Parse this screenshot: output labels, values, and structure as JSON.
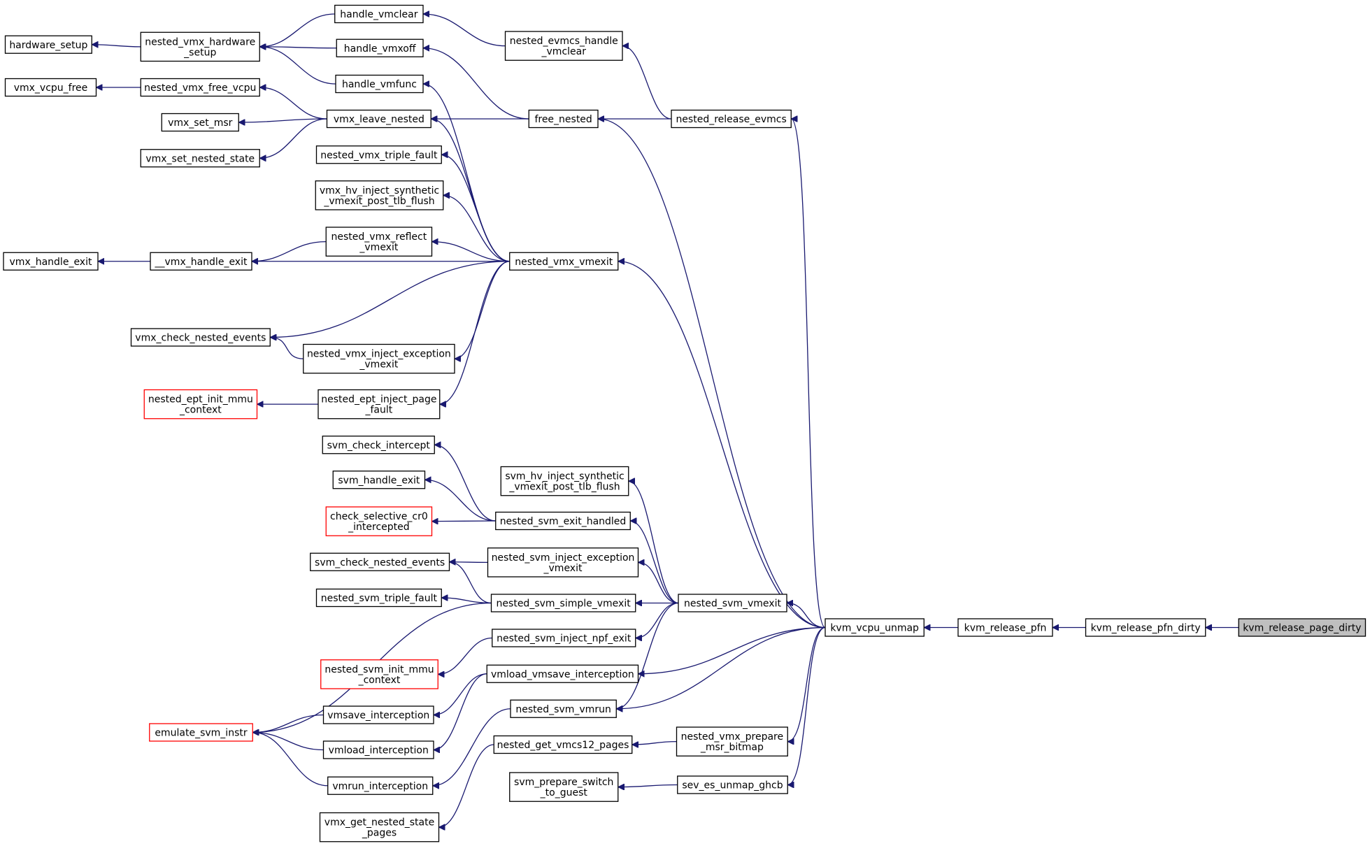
{
  "colors": {
    "edge": "#191970",
    "highlight_border": "#ff0000",
    "root_fill": "#bfbfbf"
  },
  "nodes": [
    {
      "id": "hardware_setup",
      "lines": [
        "hardware_setup"
      ]
    },
    {
      "id": "vmx_vcpu_free",
      "lines": [
        "vmx_vcpu_free"
      ]
    },
    {
      "id": "nested_vmx_hardware_setup",
      "lines": [
        "nested_vmx_hardware",
        "_setup"
      ]
    },
    {
      "id": "nested_vmx_free_vcpu",
      "lines": [
        "nested_vmx_free_vcpu"
      ]
    },
    {
      "id": "vmx_set_msr",
      "lines": [
        "vmx_set_msr"
      ]
    },
    {
      "id": "vmx_set_nested_state",
      "lines": [
        "vmx_set_nested_state"
      ]
    },
    {
      "id": "handle_vmclear",
      "lines": [
        "handle_vmclear"
      ]
    },
    {
      "id": "handle_vmxoff",
      "lines": [
        "handle_vmxoff"
      ]
    },
    {
      "id": "handle_vmfunc",
      "lines": [
        "handle_vmfunc"
      ]
    },
    {
      "id": "vmx_leave_nested",
      "lines": [
        "vmx_leave_nested"
      ]
    },
    {
      "id": "nested_vmx_triple_fault",
      "lines": [
        "nested_vmx_triple_fault"
      ]
    },
    {
      "id": "vmx_hv_inject_synthetic_vmexit_post_tlb_flush",
      "lines": [
        "vmx_hv_inject_synthetic",
        "_vmexit_post_tlb_flush"
      ]
    },
    {
      "id": "nested_evmcs_handle_vmclear",
      "lines": [
        "nested_evmcs_handle",
        "_vmclear"
      ]
    },
    {
      "id": "free_nested",
      "lines": [
        "free_nested"
      ]
    },
    {
      "id": "nested_release_evmcs",
      "lines": [
        "nested_release_evmcs"
      ]
    },
    {
      "id": "vmx_handle_exit",
      "lines": [
        "vmx_handle_exit"
      ]
    },
    {
      "id": "__vmx_handle_exit",
      "lines": [
        "__vmx_handle_exit"
      ]
    },
    {
      "id": "nested_vmx_reflect_vmexit",
      "lines": [
        "nested_vmx_reflect",
        "_vmexit"
      ]
    },
    {
      "id": "nested_vmx_vmexit",
      "lines": [
        "nested_vmx_vmexit"
      ]
    },
    {
      "id": "vmx_check_nested_events",
      "lines": [
        "vmx_check_nested_events"
      ]
    },
    {
      "id": "nested_vmx_inject_exception_vmexit",
      "lines": [
        "nested_vmx_inject_exception",
        "_vmexit"
      ]
    },
    {
      "id": "nested_ept_init_mmu_context",
      "lines": [
        "nested_ept_init_mmu",
        "_context"
      ],
      "red": true
    },
    {
      "id": "nested_ept_inject_page_fault",
      "lines": [
        "nested_ept_inject_page",
        "_fault"
      ]
    },
    {
      "id": "svm_check_intercept",
      "lines": [
        "svm_check_intercept"
      ]
    },
    {
      "id": "svm_handle_exit",
      "lines": [
        "svm_handle_exit"
      ]
    },
    {
      "id": "check_selective_cr0_intercepted",
      "lines": [
        "check_selective_cr0",
        "_intercepted"
      ],
      "red": true
    },
    {
      "id": "svm_hv_inject_synthetic_vmexit_post_tlb_flush",
      "lines": [
        "svm_hv_inject_synthetic",
        "_vmexit_post_tlb_flush"
      ]
    },
    {
      "id": "nested_svm_exit_handled",
      "lines": [
        "nested_svm_exit_handled"
      ]
    },
    {
      "id": "svm_check_nested_events",
      "lines": [
        "svm_check_nested_events"
      ]
    },
    {
      "id": "nested_svm_inject_exception_vmexit",
      "lines": [
        "nested_svm_inject_exception",
        "_vmexit"
      ]
    },
    {
      "id": "nested_svm_triple_fault",
      "lines": [
        "nested_svm_triple_fault"
      ]
    },
    {
      "id": "nested_svm_simple_vmexit",
      "lines": [
        "nested_svm_simple_vmexit"
      ]
    },
    {
      "id": "nested_svm_vmexit",
      "lines": [
        "nested_svm_vmexit"
      ]
    },
    {
      "id": "nested_svm_inject_npf_exit",
      "lines": [
        "nested_svm_inject_npf_exit"
      ]
    },
    {
      "id": "nested_svm_init_mmu_context",
      "lines": [
        "nested_svm_init_mmu",
        "_context"
      ],
      "red": true
    },
    {
      "id": "vmload_vmsave_interception",
      "lines": [
        "vmload_vmsave_interception"
      ]
    },
    {
      "id": "emulate_svm_instr",
      "lines": [
        "emulate_svm_instr"
      ],
      "red": true
    },
    {
      "id": "vmsave_interception",
      "lines": [
        "vmsave_interception"
      ]
    },
    {
      "id": "vmload_interception",
      "lines": [
        "vmload_interception"
      ]
    },
    {
      "id": "vmrun_interception",
      "lines": [
        "vmrun_interception"
      ]
    },
    {
      "id": "nested_svm_vmrun",
      "lines": [
        "nested_svm_vmrun"
      ]
    },
    {
      "id": "nested_get_vmcs12_pages",
      "lines": [
        "nested_get_vmcs12_pages"
      ]
    },
    {
      "id": "nested_vmx_prepare_msr_bitmap",
      "lines": [
        "nested_vmx_prepare",
        "_msr_bitmap"
      ]
    },
    {
      "id": "svm_prepare_switch_to_guest",
      "lines": [
        "svm_prepare_switch",
        "_to_guest"
      ]
    },
    {
      "id": "sev_es_unmap_ghcb",
      "lines": [
        "sev_es_unmap_ghcb"
      ]
    },
    {
      "id": "vmx_get_nested_state_pages",
      "lines": [
        "vmx_get_nested_state",
        "_pages"
      ]
    },
    {
      "id": "kvm_vcpu_unmap",
      "lines": [
        "kvm_vcpu_unmap"
      ]
    },
    {
      "id": "kvm_release_pfn",
      "lines": [
        "kvm_release_pfn"
      ]
    },
    {
      "id": "kvm_release_pfn_dirty",
      "lines": [
        "kvm_release_pfn_dirty"
      ]
    },
    {
      "id": "kvm_release_page_dirty",
      "lines": [
        "kvm_release_page_dirty"
      ],
      "root": true
    }
  ],
  "edges": [
    [
      "hardware_setup",
      "nested_vmx_hardware_setup"
    ],
    [
      "vmx_vcpu_free",
      "nested_vmx_free_vcpu"
    ],
    [
      "nested_vmx_hardware_setup",
      "handle_vmclear"
    ],
    [
      "nested_vmx_hardware_setup",
      "handle_vmxoff"
    ],
    [
      "nested_vmx_hardware_setup",
      "handle_vmfunc"
    ],
    [
      "nested_vmx_free_vcpu",
      "vmx_leave_nested"
    ],
    [
      "vmx_set_msr",
      "vmx_leave_nested"
    ],
    [
      "vmx_set_nested_state",
      "vmx_leave_nested"
    ],
    [
      "handle_vmclear",
      "nested_evmcs_handle_vmclear"
    ],
    [
      "handle_vmxoff",
      "free_nested"
    ],
    [
      "vmx_leave_nested",
      "free_nested"
    ],
    [
      "handle_vmfunc",
      "nested_vmx_vmexit"
    ],
    [
      "vmx_leave_nested",
      "nested_vmx_vmexit"
    ],
    [
      "nested_vmx_triple_fault",
      "nested_vmx_vmexit"
    ],
    [
      "vmx_hv_inject_synthetic_vmexit_post_tlb_flush",
      "nested_vmx_vmexit"
    ],
    [
      "nested_vmx_reflect_vmexit",
      "nested_vmx_vmexit"
    ],
    [
      "__vmx_handle_exit",
      "nested_vmx_vmexit"
    ],
    [
      "vmx_check_nested_events",
      "nested_vmx_vmexit"
    ],
    [
      "nested_vmx_inject_exception_vmexit",
      "nested_vmx_vmexit"
    ],
    [
      "nested_ept_inject_page_fault",
      "nested_vmx_vmexit"
    ],
    [
      "vmx_handle_exit",
      "__vmx_handle_exit"
    ],
    [
      "__vmx_handle_exit",
      "nested_vmx_reflect_vmexit"
    ],
    [
      "vmx_check_nested_events",
      "nested_vmx_inject_exception_vmexit"
    ],
    [
      "nested_ept_init_mmu_context",
      "nested_ept_inject_page_fault"
    ],
    [
      "nested_evmcs_handle_vmclear",
      "nested_release_evmcs"
    ],
    [
      "free_nested",
      "nested_release_evmcs"
    ],
    [
      "nested_release_evmcs",
      "kvm_vcpu_unmap"
    ],
    [
      "free_nested",
      "kvm_vcpu_unmap"
    ],
    [
      "nested_vmx_vmexit",
      "kvm_vcpu_unmap"
    ],
    [
      "svm_check_intercept",
      "nested_svm_exit_handled"
    ],
    [
      "svm_handle_exit",
      "nested_svm_exit_handled"
    ],
    [
      "check_selective_cr0_intercepted",
      "nested_svm_exit_handled"
    ],
    [
      "svm_hv_inject_synthetic_vmexit_post_tlb_flush",
      "nested_svm_vmexit"
    ],
    [
      "nested_svm_exit_handled",
      "nested_svm_vmexit"
    ],
    [
      "nested_svm_inject_exception_vmexit",
      "nested_svm_vmexit"
    ],
    [
      "nested_svm_simple_vmexit",
      "nested_svm_vmexit"
    ],
    [
      "nested_svm_inject_npf_exit",
      "nested_svm_vmexit"
    ],
    [
      "nested_svm_vmrun",
      "nested_svm_vmexit"
    ],
    [
      "svm_check_nested_events",
      "nested_svm_inject_exception_vmexit"
    ],
    [
      "svm_check_nested_events",
      "nested_svm_simple_vmexit"
    ],
    [
      "nested_svm_triple_fault",
      "nested_svm_simple_vmexit"
    ],
    [
      "emulate_svm_instr",
      "nested_svm_simple_vmexit"
    ],
    [
      "nested_svm_init_mmu_context",
      "nested_svm_inject_npf_exit"
    ],
    [
      "nested_svm_vmexit",
      "kvm_vcpu_unmap"
    ],
    [
      "vmload_vmsave_interception",
      "kvm_vcpu_unmap"
    ],
    [
      "nested_svm_vmrun",
      "kvm_vcpu_unmap"
    ],
    [
      "nested_vmx_prepare_msr_bitmap",
      "kvm_vcpu_unmap"
    ],
    [
      "sev_es_unmap_ghcb",
      "kvm_vcpu_unmap"
    ],
    [
      "emulate_svm_instr",
      "vmsave_interception"
    ],
    [
      "emulate_svm_instr",
      "vmload_interception"
    ],
    [
      "emulate_svm_instr",
      "vmrun_interception"
    ],
    [
      "vmsave_interception",
      "vmload_vmsave_interception"
    ],
    [
      "vmload_interception",
      "vmload_vmsave_interception"
    ],
    [
      "vmrun_interception",
      "nested_svm_vmrun"
    ],
    [
      "nested_get_vmcs12_pages",
      "nested_vmx_prepare_msr_bitmap"
    ],
    [
      "vmx_get_nested_state_pages",
      "nested_get_vmcs12_pages"
    ],
    [
      "svm_prepare_switch_to_guest",
      "sev_es_unmap_ghcb"
    ],
    [
      "kvm_vcpu_unmap",
      "kvm_release_pfn"
    ],
    [
      "kvm_release_pfn",
      "kvm_release_pfn_dirty"
    ],
    [
      "kvm_release_pfn_dirty",
      "kvm_release_page_dirty"
    ]
  ]
}
